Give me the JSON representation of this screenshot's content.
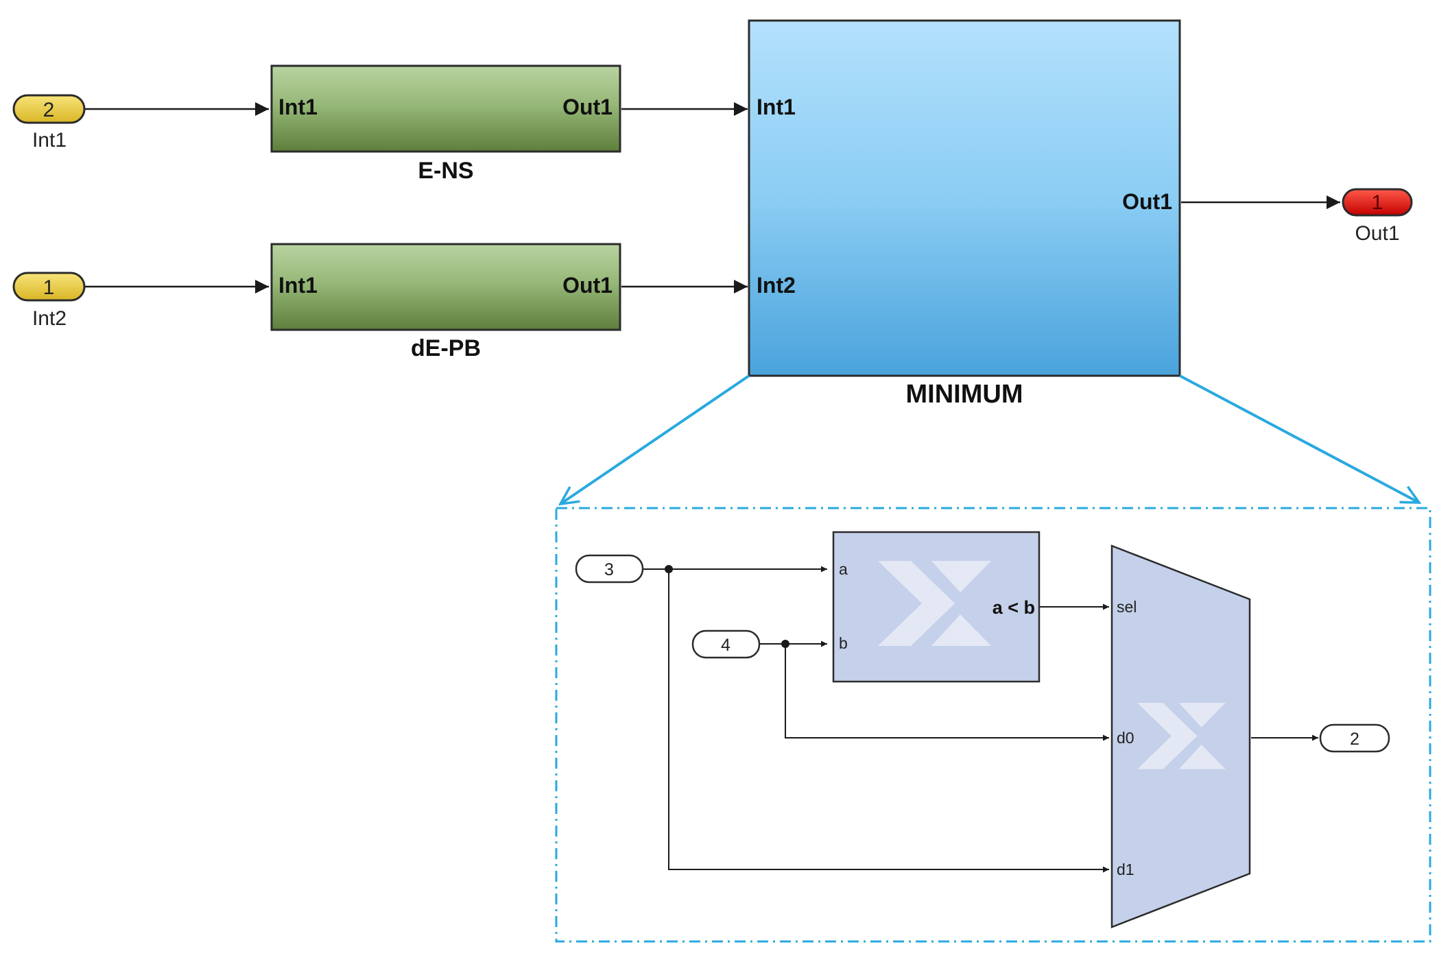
{
  "top": {
    "inports": [
      {
        "number": "2",
        "label": "Int1"
      },
      {
        "number": "1",
        "label": "Int2"
      }
    ],
    "blocks": {
      "ens": {
        "name": "E-NS",
        "in": "Int1",
        "out": "Out1"
      },
      "depb": {
        "name": "dE-PB",
        "in": "Int1",
        "out": "Out1"
      },
      "minimum": {
        "name": "MINIMUM",
        "in1": "Int1",
        "in2": "Int2",
        "out": "Out1"
      }
    },
    "outport": {
      "number": "1",
      "label": "Out1"
    }
  },
  "detail": {
    "inports": [
      "3",
      "4"
    ],
    "relational": {
      "in_a": "a",
      "in_b": "b",
      "expr": "a < b"
    },
    "mux": {
      "sel": "sel",
      "d0": "d0",
      "d1": "d1"
    },
    "outport": "2"
  },
  "colors": {
    "inport": "#f0d24a",
    "outport": "#e10e0e",
    "green_block": "#7a9a52",
    "blue_block": "#73bfee",
    "xilinx_block": "#c5d0ea",
    "zoom_frame": "#29a9df"
  },
  "icons": [
    "xilinx-logo-icon"
  ]
}
